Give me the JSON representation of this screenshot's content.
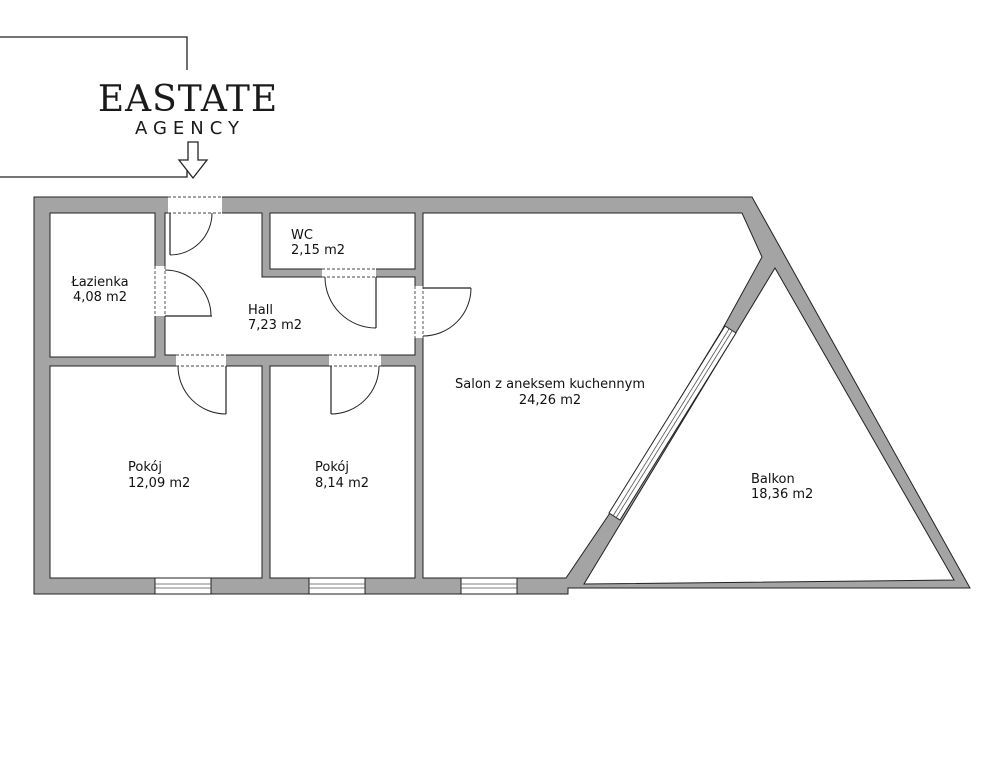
{
  "logo": {
    "brand": "EASTATE",
    "sub": "AGENCY"
  },
  "rooms": [
    {
      "name": "Łazienka",
      "area": "4,08 m2"
    },
    {
      "name": "WC",
      "area": "2,15 m2"
    },
    {
      "name": "Hall",
      "area": "7,23 m2"
    },
    {
      "name": "Salon z aneksem kuchennym",
      "area": "24,26 m2"
    },
    {
      "name": "Pokój",
      "area": "12,09 m2"
    },
    {
      "name": "Pokój",
      "area": "8,14 m2"
    },
    {
      "name": "Balkon",
      "area": "18,36 m2"
    }
  ],
  "colors": {
    "wall": "#a4a4a4",
    "line": "#222222",
    "background": "#ffffff"
  }
}
